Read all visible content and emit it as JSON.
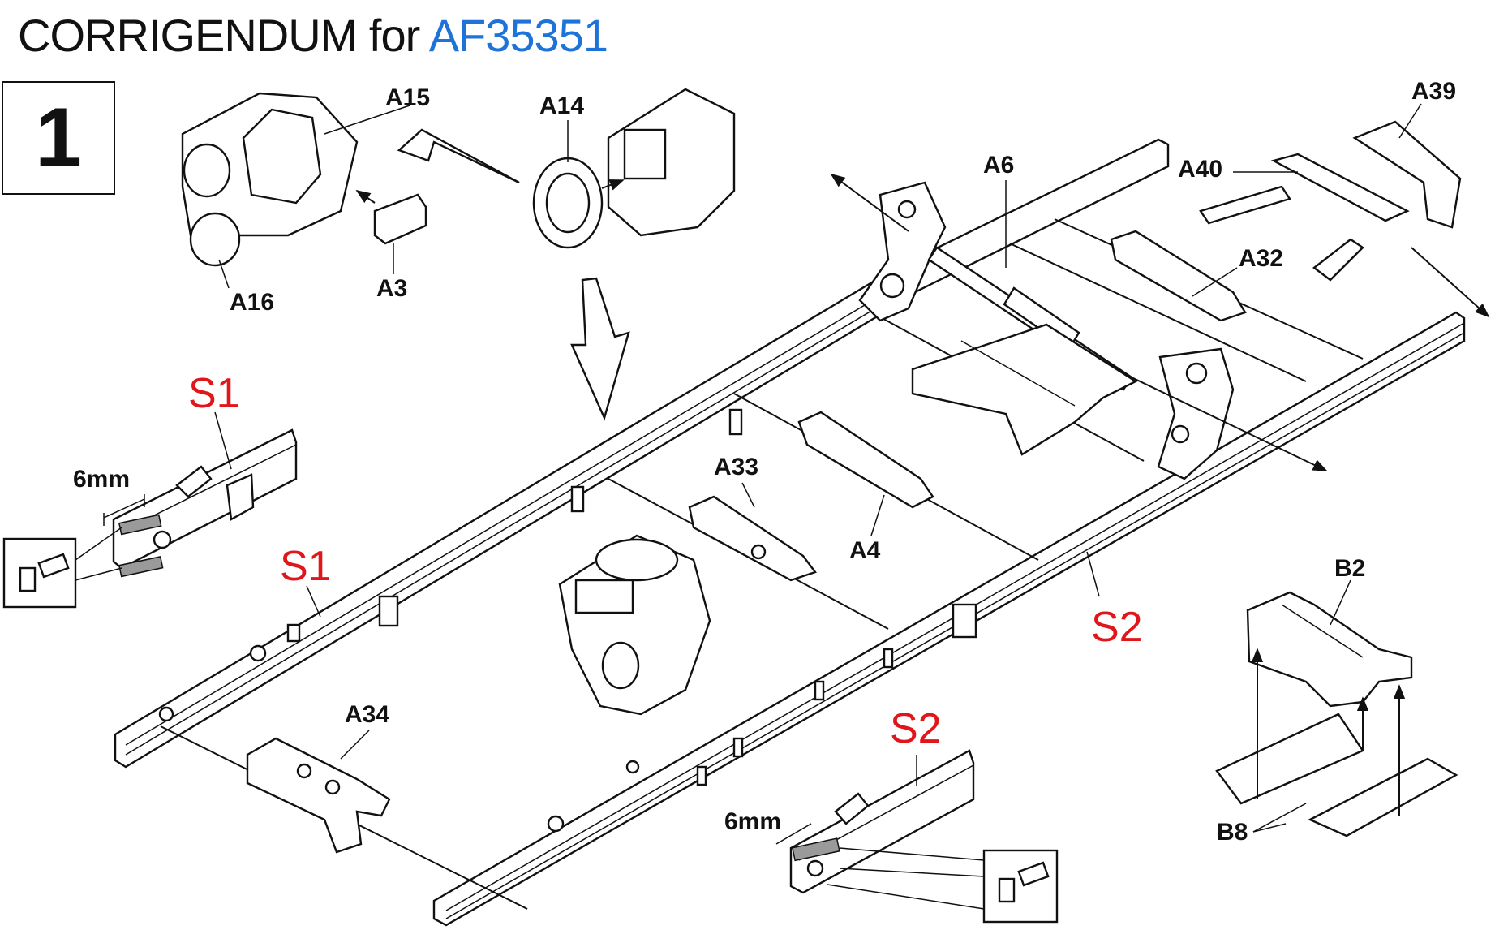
{
  "title": {
    "prefix": "CORRIGENDUM for ",
    "code": "AF35351"
  },
  "step": "1",
  "labels": {
    "a15": "A15",
    "a14": "A14",
    "a16": "A16",
    "a3": "A3",
    "a39": "A39",
    "a40": "A40",
    "a6": "A6",
    "a32": "A32",
    "a33": "A33",
    "a4": "A4",
    "a34": "A34",
    "b2": "B2",
    "b8": "B8"
  },
  "callouts": {
    "s1_top": "S1",
    "s1_mid": "S1",
    "s2_mid": "S2",
    "s2_bottom": "S2"
  },
  "dimensions": {
    "left_6mm": "6mm",
    "bottom_6mm": "6mm"
  },
  "colors": {
    "title_code": "#1e73d8",
    "callout_red": "#e0161b",
    "line": "#111111"
  },
  "icons": [
    "glue-cement-icon",
    "glue-cement-icon"
  ]
}
